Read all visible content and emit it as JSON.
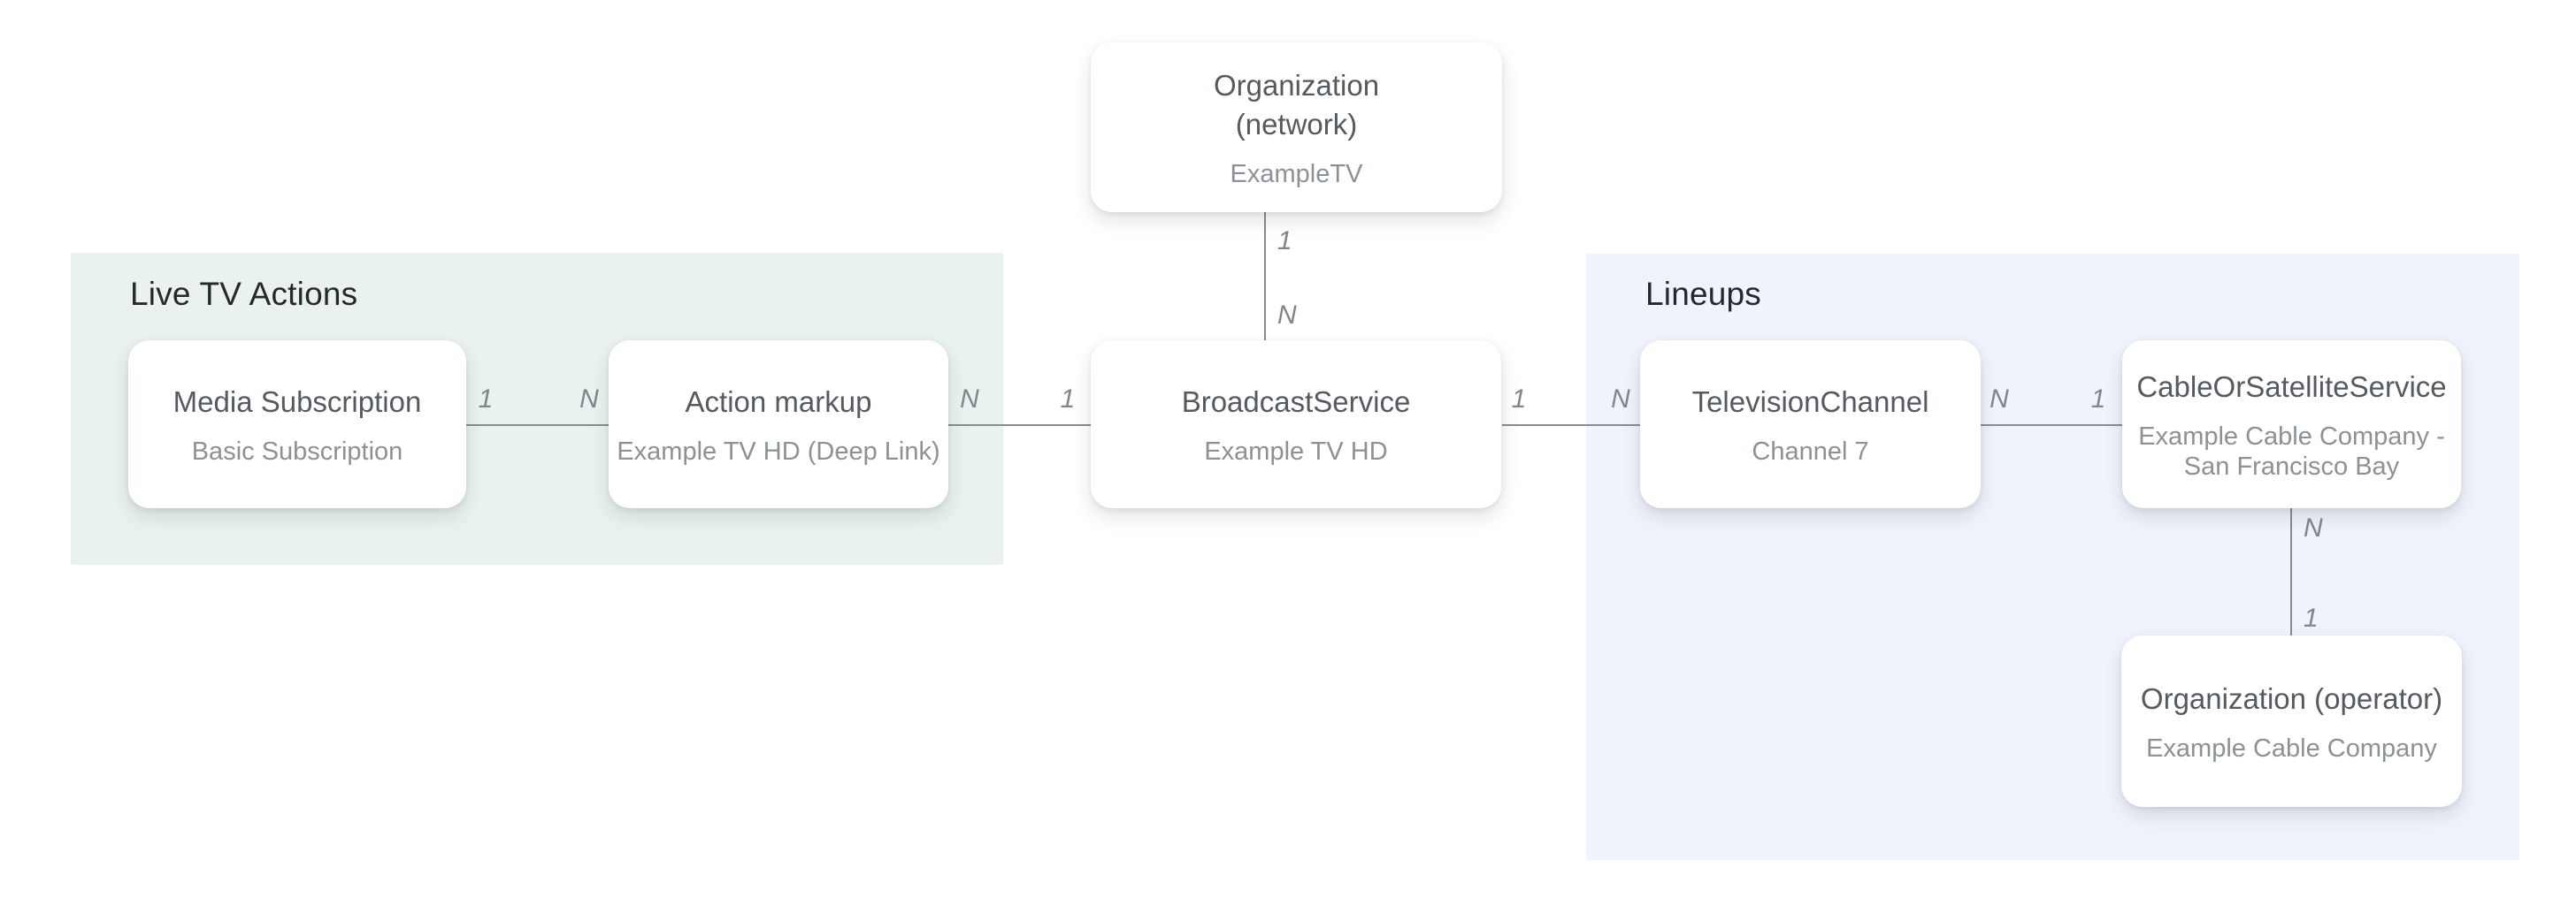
{
  "diagram": {
    "sections": [
      {
        "id": "live-tv-actions",
        "label": "Live TV Actions"
      },
      {
        "id": "lineups",
        "label": "Lineups"
      }
    ],
    "nodes": {
      "org_network": {
        "title": "Organization (network)",
        "subtitle": "ExampleTV"
      },
      "media_subscription": {
        "title": "Media Subscription",
        "subtitle": "Basic Subscription"
      },
      "action_markup": {
        "title": "Action markup",
        "subtitle": "Example TV HD (Deep Link)"
      },
      "broadcast_service": {
        "title": "BroadcastService",
        "subtitle": "Example TV HD"
      },
      "television_channel": {
        "title": "TelevisionChannel",
        "subtitle": "Channel 7"
      },
      "cable_or_satellite": {
        "title": "CableOrSatelliteService",
        "subtitle": "Example Cable Company - San Francisco Bay"
      },
      "org_operator": {
        "title": "Organization (operator)",
        "subtitle": "Example Cable Company"
      }
    },
    "cardinality": {
      "one": "1",
      "many": "N"
    },
    "colors": {
      "live_tv_actions_bg": "#e9f2ee",
      "lineups_bg": "#eff3fc",
      "node_bg": "#ffffff",
      "connector": "#868d93",
      "heading_text": "#26292c",
      "title_text": "#555a60",
      "subtitle_text": "#8b9197",
      "cardinality_text": "#7f868d"
    }
  }
}
